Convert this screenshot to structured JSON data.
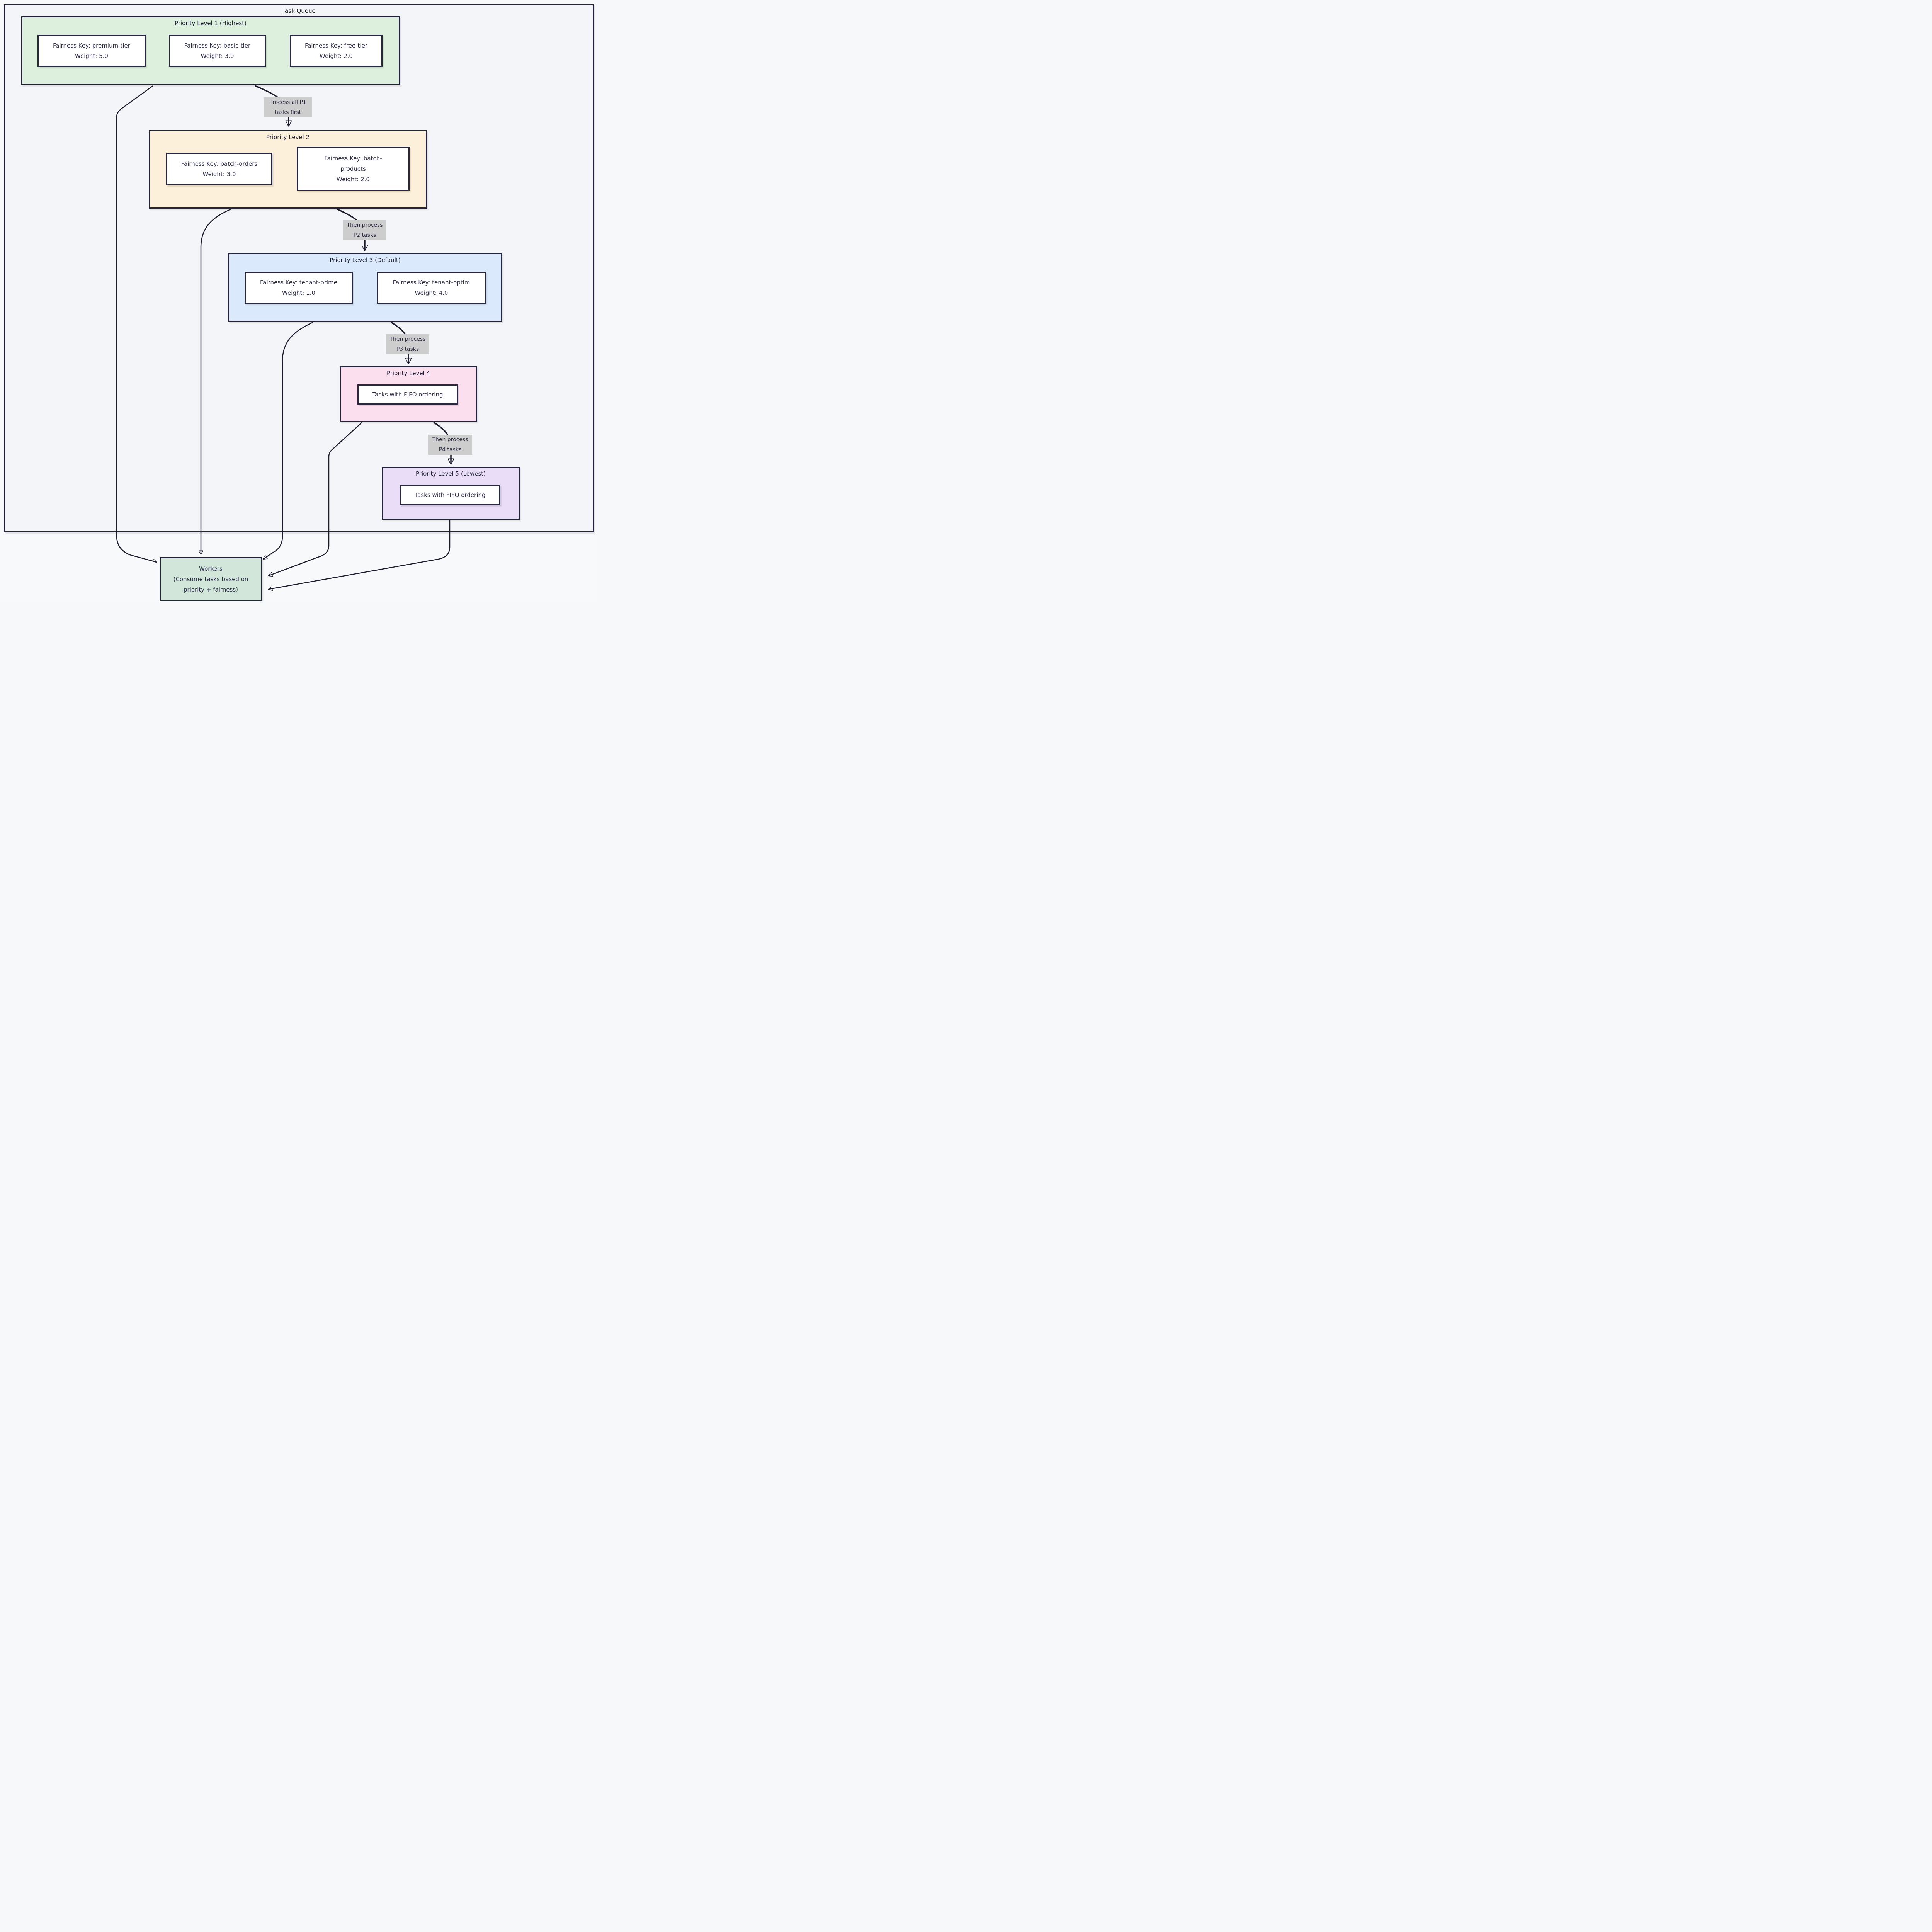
{
  "diagram": {
    "title": "Task Queue",
    "colors": {
      "level1_fill": "#ddf0dd",
      "level2_fill": "#fdf0da",
      "level3_fill": "#dbe9fc",
      "level4_fill": "#fbdfee",
      "level5_fill": "#e9ddf7",
      "workers_fill": "#d2e7d9",
      "edge_label_bg": "#cdcdcd",
      "border": "#23233a",
      "arrow": "#1b1b2d",
      "text": "#2d2d4b",
      "container_fill": "#f4f5f8",
      "page_bg": "#f8f9fb"
    },
    "levels": [
      {
        "title": "Priority Level 1 (Highest)",
        "fill": "#ddf0dd",
        "nodes": [
          {
            "lines": [
              "Fairness Key: premium-tier",
              "Weight: 5.0"
            ]
          },
          {
            "lines": [
              "Fairness Key: basic-tier",
              "Weight: 3.0"
            ]
          },
          {
            "lines": [
              "Fairness Key: free-tier",
              "Weight: 2.0"
            ]
          }
        ]
      },
      {
        "title": "Priority Level 2",
        "fill": "#fdf0da",
        "nodes": [
          {
            "lines": [
              "Fairness Key: batch-orders",
              "Weight: 3.0"
            ]
          },
          {
            "lines": [
              "Fairness Key: batch-",
              "products",
              "Weight: 2.0"
            ]
          }
        ]
      },
      {
        "title": "Priority Level 3 (Default)",
        "fill": "#dbe9fc",
        "nodes": [
          {
            "lines": [
              "Fairness Key: tenant-prime",
              "Weight: 1.0"
            ]
          },
          {
            "lines": [
              "Fairness Key: tenant-optim",
              "Weight: 4.0"
            ]
          }
        ]
      },
      {
        "title": "Priority Level 4",
        "fill": "#fbdfee",
        "nodes": [
          {
            "lines": [
              "Tasks with FIFO ordering"
            ]
          }
        ]
      },
      {
        "title": "Priority Level 5 (Lowest)",
        "fill": "#e9ddf7",
        "nodes": [
          {
            "lines": [
              "Tasks with FIFO ordering"
            ]
          }
        ]
      }
    ],
    "edge_labels": [
      {
        "lines": [
          "Process all P1",
          "tasks first"
        ]
      },
      {
        "lines": [
          "Then process",
          "P2 tasks"
        ]
      },
      {
        "lines": [
          "Then process",
          "P3 tasks"
        ]
      },
      {
        "lines": [
          "Then process",
          "P4 tasks"
        ]
      }
    ],
    "workers": {
      "lines": [
        "Workers",
        "(Consume tasks based on",
        "priority + fairness)"
      ]
    }
  }
}
